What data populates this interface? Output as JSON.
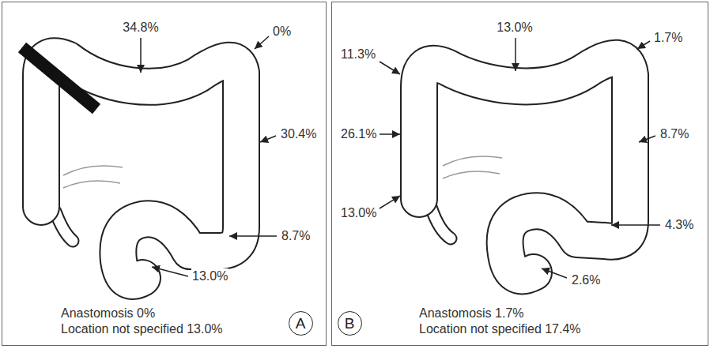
{
  "diagram": {
    "nodes": [
      {
        "text": [
          "Anastomosis 0%",
          "Location not specified 13.0%"
        ]
      },
      {
        "text": [
          "A"
        ],
        "in": 0
      },
      {
        "text": [
          "Anastomosis 1.7%",
          "Location not specified 17.4%"
        ]
      },
      {
        "text": [
          "B"
        ],
        "in": 2
      }
    ],
    "labels": [
      "34.8%",
      "0%",
      "30.4%",
      "8.7%",
      "13.0%",
      "13.0%",
      "1.7%",
      "11.3%",
      "26.1%",
      "13.0%",
      "8.7%",
      "4.3%",
      "2.6%"
    ]
  }
}
